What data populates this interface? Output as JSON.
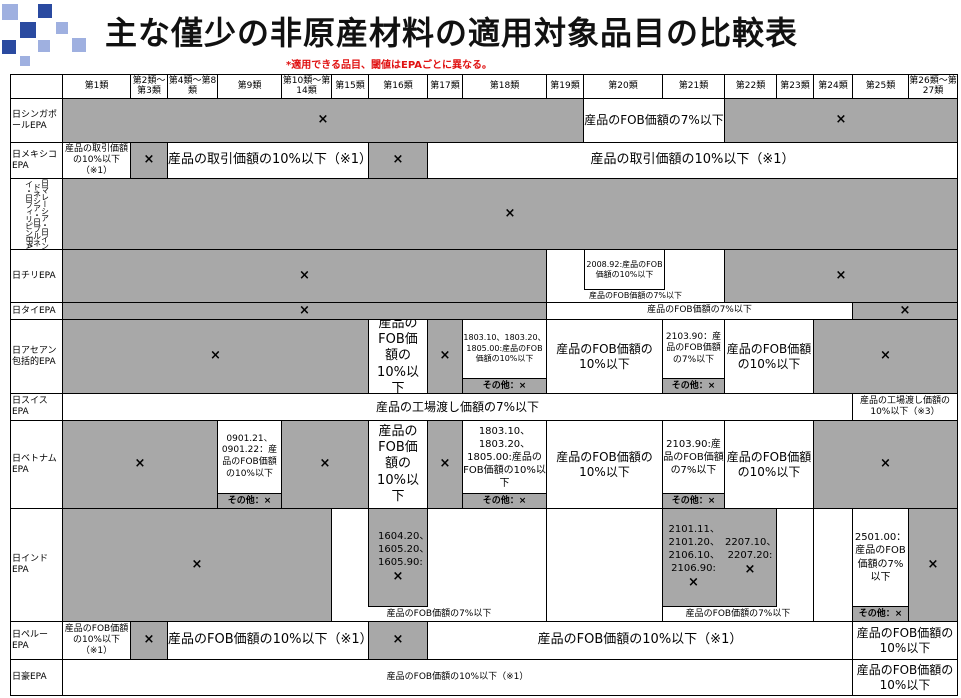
{
  "title": "主な僅少の非原産材料の適用対象品目の比較表",
  "note": "*適用できる品目、閾値はEPAごとに異なる。",
  "colors": {
    "shaded": "#a8a8a8",
    "note": "#e01010",
    "deco_blue": "#2a4aa0",
    "deco_light": "#9fb0e0"
  },
  "headers": [
    "第1類",
    "第2類～第3類",
    "第4類～第8類",
    "第9類",
    "第10類～第14類",
    "第15類",
    "第16類",
    "第17類",
    "第18類",
    "第19類",
    "第20類",
    "第21類",
    "第22類",
    "第23類",
    "第24類",
    "第25類",
    "第26類～第27類"
  ],
  "rows": {
    "singapore": {
      "label": "日シンガポールEPA",
      "x1": "×",
      "c20": "産品のFOB価額の7%以下",
      "x2": "×"
    },
    "mexico": {
      "label": "日メキシコEPA",
      "c1": "産品の取引価額の10%以下（※1）",
      "x": "×",
      "mid": "産品の取引価額の10%以下（※1）",
      "x16": "×",
      "right": "産品の取引価額の10%以下（※1）"
    },
    "asean3": {
      "label": "日マレーシア・日インドネシア・日ブルネイ・日フィリピンEPA",
      "x": "×"
    },
    "chile": {
      "label": "日チリEPA",
      "x1": "×",
      "c20": "2008.92:産品のFOB価額の10%以下",
      "under": "産品のFOB価額の7%以下",
      "x2": "×"
    },
    "thai": {
      "label": "日タイEPA",
      "x1": "×",
      "mid": "産品のFOB価額の7%以下",
      "x2": "×"
    },
    "asean": {
      "label": "日アセアン包括的EPA",
      "x1": "×",
      "c16": "産品のFOB価額の10%以下",
      "x17": "×",
      "c18": "1803.10、1803.20、1805.00:産品のFOB価額の10%以下",
      "c18o": "その他：×",
      "c19": "産品のFOB価額の10%以下",
      "c21": "2103.90：産品のFOB価額の7%以下",
      "c21o": "その他：×",
      "c22": "産品のFOB価額の10%以下",
      "x2": "×"
    },
    "swiss": {
      "label": "日スイスEPA",
      "mid": "産品の工場渡し価額の7%以下",
      "right": "産品の工場渡し価額の10%以下（※3）"
    },
    "vietnam": {
      "label": "日ベトナムEPA",
      "x1": "×",
      "c9": "0901.21、0901.22：産品のFOB価額の10%以下",
      "c9o": "その他：×",
      "x2": "×",
      "c16": "産品のFOB価額の10%以下",
      "x17": "×",
      "c18": "1803.10、1803.20、1805.00:産品のFOB価額の10%以下",
      "c18o": "その他：×",
      "c19": "産品のFOB価額の10%以下",
      "c21": "2103.90:産品のFOB価額の7%以下",
      "c21o": "その他：×",
      "c22": "産品のFOB価額の10%以下",
      "x3": "×"
    },
    "india": {
      "label": "日インドEPA",
      "x1": "×",
      "c16": "1604.20、1605.20、1605.90:",
      "c16x": "×",
      "under1": "産品のFOB価額の7%以下",
      "c21": "2101.11、2101.20、2106.10、2106.90:",
      "c21x": "×",
      "c22": "2207.10、2207.20:",
      "c22x": "×",
      "under2": "産品のFOB価額の7%以下",
      "c25": "2501.00：産品のFOB価額の7%以下",
      "c25o": "その他：×",
      "x2": "×"
    },
    "peru": {
      "label": "日ペルーEPA",
      "c1": "産品のFOB価額の10%以下（※1）",
      "x": "×",
      "mid": "産品のFOB価額の10%以下（※1）",
      "x16": "×",
      "right": "産品のFOB価額の10%以下（※1）",
      "c25": "産品のFOB価額の10%以下"
    },
    "australia": {
      "label": "日豪EPA",
      "mid": "産品のFOB価額の10%以下（※1）",
      "c25": "産品のFOB価額の10%以下"
    }
  }
}
